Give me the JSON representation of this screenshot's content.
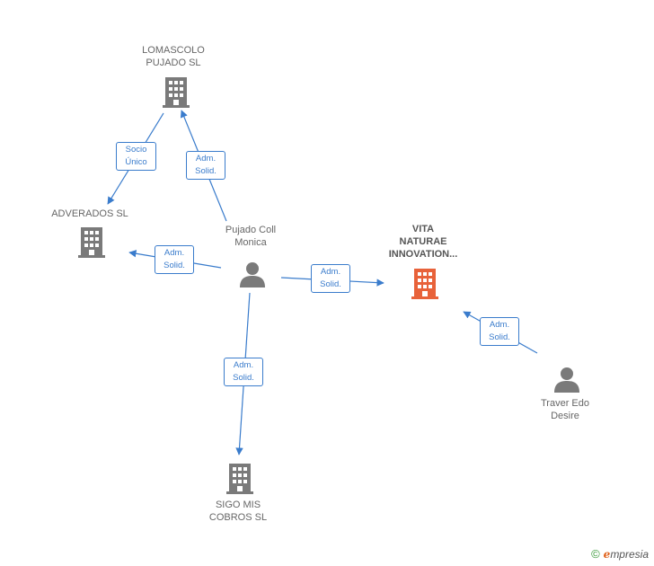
{
  "nodes": {
    "lomascolo": {
      "label_lines": [
        "LOMASCOLO",
        "PUJADO SL"
      ],
      "kind": "company",
      "icon": "building-icon"
    },
    "adverados": {
      "label_lines": [
        "ADVERADOS SL"
      ],
      "kind": "company",
      "icon": "building-icon"
    },
    "pujado": {
      "label_lines": [
        "Pujado Coll",
        "Monica"
      ],
      "kind": "person",
      "icon": "person-icon"
    },
    "vita": {
      "label_lines": [
        "VITA",
        "NATURAE",
        "INNOVATION..."
      ],
      "kind": "company-focus",
      "icon": "building-icon"
    },
    "traver": {
      "label_lines": [
        "Traver Edo",
        "Desire"
      ],
      "kind": "person",
      "icon": "person-icon"
    },
    "sigo": {
      "label_lines": [
        "SIGO MIS",
        "COBROS SL"
      ],
      "kind": "company",
      "icon": "building-icon"
    }
  },
  "edges": [
    {
      "id": "e1",
      "from": "lomascolo",
      "to": "adverados",
      "label_lines": [
        "Socio",
        "Único"
      ]
    },
    {
      "id": "e2",
      "from": "pujado",
      "to": "lomascolo",
      "label_lines": [
        "Adm.",
        "Solid."
      ]
    },
    {
      "id": "e3",
      "from": "pujado",
      "to": "adverados",
      "label_lines": [
        "Adm.",
        "Solid."
      ]
    },
    {
      "id": "e4",
      "from": "pujado",
      "to": "vita",
      "label_lines": [
        "Adm.",
        "Solid."
      ]
    },
    {
      "id": "e5",
      "from": "pujado",
      "to": "sigo",
      "label_lines": [
        "Adm.",
        "Solid."
      ]
    },
    {
      "id": "e6",
      "from": "traver",
      "to": "vita",
      "label_lines": [
        "Adm.",
        "Solid."
      ]
    }
  ],
  "colors": {
    "edge": "#3a7ccc",
    "company_icon": "#7a7a7a",
    "focus_icon": "#e8623a",
    "person_icon": "#7a7a7a"
  },
  "brand": {
    "copyright": "©",
    "e": "e",
    "rest": "mpresia"
  }
}
